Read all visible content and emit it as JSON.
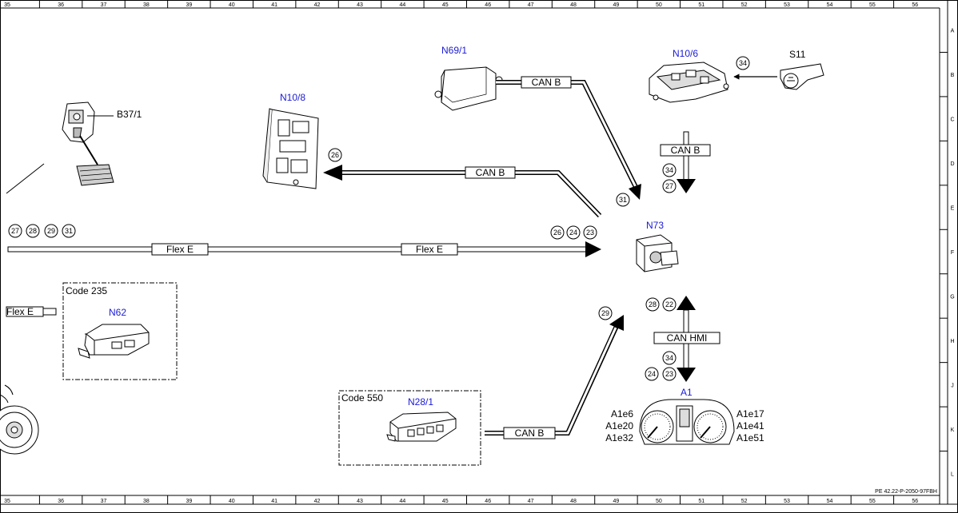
{
  "ruler": {
    "columns": [
      "35",
      "36",
      "37",
      "38",
      "39",
      "40",
      "41",
      "42",
      "43",
      "44",
      "45",
      "46",
      "47",
      "48",
      "49",
      "50",
      "51",
      "52",
      "53",
      "54",
      "55",
      "56"
    ],
    "rows": [
      "A",
      "B",
      "C",
      "D",
      "E",
      "F",
      "G",
      "H",
      "J",
      "K",
      "L"
    ]
  },
  "components": {
    "b37_1": "B37/1",
    "n10_8": "N10/8",
    "n69_1": "N69/1",
    "n10_6": "N10/6",
    "s11": "S11",
    "n73": "N73",
    "n62": "N62",
    "n28_1": "N28/1",
    "a1": "A1"
  },
  "code_boxes": {
    "code235": "Code 235",
    "code550": "Code 550"
  },
  "bus_labels": {
    "can_b_n69": "CAN B",
    "can_b_n10_8": "CAN B",
    "can_b_n10_6": "CAN B",
    "flex_e_1": "Flex E",
    "flex_e_2": "Flex E",
    "flex_e_n62": "Flex E",
    "can_hmi": "CAN HMI",
    "can_b_n28": "CAN B"
  },
  "refs": {
    "s11_34": "34",
    "n10_8_26": "26",
    "n69_31": "31",
    "n10_6_34": "34",
    "n10_6_27": "27",
    "left_27": "27",
    "left_28": "28",
    "left_29": "29",
    "left_31": "31",
    "flex_26": "26",
    "flex_24": "24",
    "flex_23": "23",
    "hmi_28": "28",
    "hmi_22": "22",
    "hmi_34": "34",
    "hmi_24": "24",
    "hmi_23": "23",
    "n28_29": "29"
  },
  "a1_left": [
    "A1e6",
    "A1e20",
    "A1e32"
  ],
  "a1_right": [
    "A1e17",
    "A1e41",
    "A1e51"
  ],
  "doc_code": "PE 42.22-P-2050-97FBH"
}
